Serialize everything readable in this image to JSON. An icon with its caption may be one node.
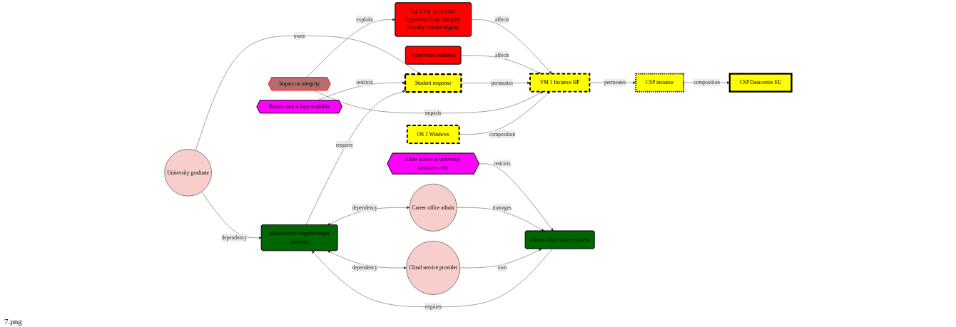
{
  "diagram": {
    "nodes": [
      {
        "text": [
          "Vul: CVE-2016-0181 Hypervisor Code Integrity Security Feature Bypass"
        ]
      },
      {
        "text": [
          "Hypervisor weakness"
        ]
      },
      {
        "text": [
          "University graduate"
        ]
      },
      {
        "text": [
          "Allow access to university members only"
        ]
      },
      {
        "text": [
          "Career office admin"
        ]
      },
      {
        "text": [
          "Student response"
        ]
      },
      {
        "text": [
          "VM 1 Instance HP"
        ]
      },
      {
        "text": [
          "Impact on integrity"
        ]
      },
      {
        "text": [
          "Career office survey system"
        ]
      },
      {
        "text": [
          "Cloud service provider"
        ]
      },
      {
        "text": [
          "CSP instance"
        ]
      },
      {
        "text": [
          "Ensure data is kept available"
        ]
      },
      {
        "text": [
          "OS 1 Windows"
        ]
      },
      {
        "text": [
          "CSP Datacentre EU"
        ]
      },
      {
        "text": [
          "online survey response mgm software"
        ]
      }
    ],
    "edges": [
      {
        "from": 7,
        "to": 0,
        "arrow": "to",
        "label": "exploits"
      },
      {
        "from": 0,
        "to": 6,
        "arrow": "to",
        "label": "affects"
      },
      {
        "from": 1,
        "to": 6,
        "arrow": "to",
        "label": "affects"
      },
      {
        "from": 2,
        "to": 5,
        "arrow": "to",
        "label": "owns"
      },
      {
        "from": 5,
        "to": 6,
        "arrow": "to",
        "label": "permeates"
      },
      {
        "from": 7,
        "to": 6,
        "arrow": "to",
        "label": "impacts"
      },
      {
        "from": 12,
        "to": 6,
        "arrow": "to",
        "label": "composition"
      },
      {
        "from": 6,
        "to": 10,
        "arrow": "to",
        "label": "permeates"
      },
      {
        "from": 10,
        "to": 13,
        "arrow": "to",
        "label": "composition"
      },
      {
        "from": 11,
        "to": 5,
        "arrow": "to",
        "label": "restricts"
      },
      {
        "from": 14,
        "to": 5,
        "arrow": "to",
        "label": "requires"
      },
      {
        "from": 2,
        "to": 14,
        "arrow": "to",
        "label": "dependency"
      },
      {
        "from": 3,
        "to": 8,
        "arrow": "to",
        "label": "restricts"
      },
      {
        "from": 4,
        "to": 8,
        "arrow": "to",
        "label": "manages"
      },
      {
        "from": 9,
        "to": 8,
        "arrow": "to",
        "label": "own"
      },
      {
        "from": 8,
        "to": 14,
        "arrow": "to",
        "label": "requires"
      },
      {
        "from": 14,
        "to": 9,
        "arrow": "both",
        "label": "dependency"
      },
      {
        "from": 14,
        "to": 4,
        "arrow": "both",
        "label": "dependency"
      }
    ],
    "labels": [
      "7.png"
    ]
  }
}
